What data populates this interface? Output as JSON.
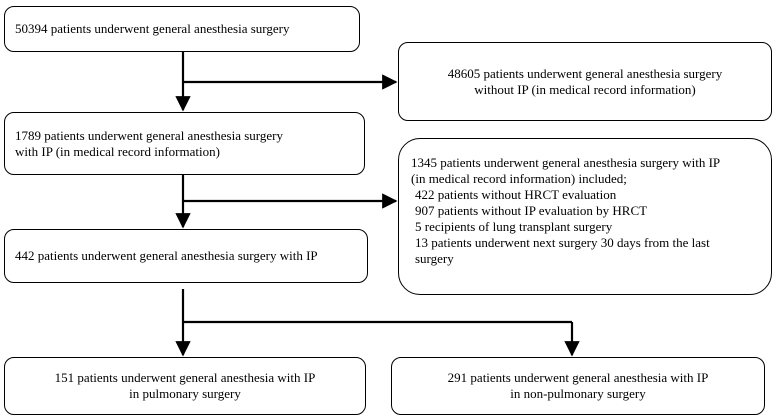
{
  "flowchart": {
    "total": {
      "lines": [
        "50394 patients underwent general anesthesia surgery"
      ]
    },
    "excluded_no_ip": {
      "lines": [
        "48605 patients underwent general anesthesia surgery",
        "without IP (in medical record information)"
      ]
    },
    "with_ip_record": {
      "lines": [
        "1789 patients underwent general anesthesia surgery",
        "with IP (in medical record information)"
      ]
    },
    "excluded_detail": {
      "lines": [
        "1345 patients underwent general anesthesia surgery with IP",
        "(in medical record information) included;"
      ],
      "items": [
        "422 patients without HRCT evaluation",
        "907 patients without IP evaluation by HRCT",
        "5 recipients of lung transplant surgery",
        "13 patients underwent next surgery 30 days from the last",
        "surgery"
      ]
    },
    "with_ip": {
      "lines": [
        "442 patients underwent general anesthesia surgery with IP"
      ]
    },
    "pulmonary": {
      "lines": [
        "151 patients underwent general anesthesia with IP",
        "in pulmonary surgery"
      ]
    },
    "non_pulmonary": {
      "lines": [
        "291 patients underwent general anesthesia with IP",
        "in non-pulmonary surgery"
      ]
    }
  },
  "colors": {
    "line": "#000000",
    "box_border": "#000000",
    "background": "#ffffff"
  }
}
